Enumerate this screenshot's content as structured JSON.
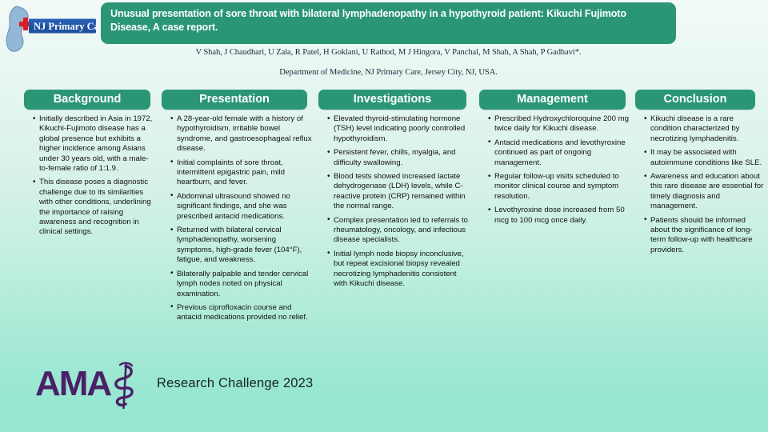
{
  "header": {
    "logo_text": "NJ Primary Care",
    "title": "Unusual presentation of sore throat with bilateral lymphadenopathy in a hypothyroid patient: Kikuchi Fujimoto Disease, A case report.",
    "authors": "V Shah, J Chaudhari, U Zala, R Patel, H Goklani, U Rathod, M J Hingora, V Panchal, M Shah, A Shah, P Gadhavi*.",
    "affiliation": "Department of Medicine, NJ Primary Care, Jersey City, NJ, USA."
  },
  "colors": {
    "header_green": "#2a9676",
    "logo_blue": "#1f52a0",
    "logo_red": "#d81f26",
    "ama_purple": "#4b2066",
    "background_top": "#f2faf8",
    "background_bottom": "#95e6d0"
  },
  "columns": [
    {
      "id": "background",
      "title": "Background",
      "bullets": [
        "Initially described in Asia in 1972, Kikuchi-Fujimoto disease has a global presence but exhibits a higher incidence among Asians under 30 years old, with a male-to-female ratio of 1:1.9.",
        "This disease poses a diagnostic challenge due to its similarities with other conditions, underlining the importance of raising awareness and recognition in clinical settings."
      ]
    },
    {
      "id": "presentation",
      "title": "Presentation",
      "bullets": [
        "A 28-year-old female with a history of hypothyroidism, irritable bowel syndrome, and gastroesophageal reflux disease.",
        "Initial complaints of sore throat, intermittent epigastric pain, mild heartburn, and fever.",
        "Abdominal ultrasound showed no significant findings, and she was prescribed antacid medications.",
        "Returned with bilateral cervical lymphadenopathy, worsening symptoms, high-grade fever (104°F), fatigue, and weakness.",
        "Bilaterally palpable and tender cervical lymph nodes noted on physical examination.",
        "Previous ciprofloxacin course and antacid medications provided no relief."
      ]
    },
    {
      "id": "investigations",
      "title": "Investigations",
      "bullets": [
        "Elevated thyroid-stimulating hormone (TSH) level indicating poorly controlled hypothyroidism.",
        "Persistent fever, chills, myalgia, and difficulty swallowing.",
        "Blood tests showed increased lactate dehydrogenase (LDH) levels, while C-reactive protein (CRP) remained within the normal range.",
        "Complex presentation led to referrals to rheumatology, oncology, and infectious disease specialists.",
        "Initial lymph node biopsy inconclusive, but repeat excisional biopsy revealed necrotizing lymphadenitis consistent with Kikuchi disease."
      ]
    },
    {
      "id": "management",
      "title": "Management",
      "bullets": [
        "Prescribed Hydroxychloroquine 200 mg twice daily for Kikuchi disease.",
        "Antacid medications and levothyroxine continued as part of ongoing management.",
        "Regular follow-up visits scheduled to monitor clinical course and symptom resolution.",
        "Levothyroxine dose increased from 50 mcg to 100 mcg once daily."
      ]
    },
    {
      "id": "conclusion",
      "title": "Conclusion",
      "bullets": [
        "Kikuchi disease is a rare condition characterized by necrotizing lymphadenitis.",
        "It may be associated with autoimmune conditions like SLE.",
        "Awareness and education about this rare disease are essential for timely diagnosis and management.",
        "Patients should be informed about the significance of long-term follow-up with healthcare providers."
      ]
    }
  ],
  "footer": {
    "ama_logo_text": "AMA",
    "challenge_text": "Research Challenge 2023"
  }
}
